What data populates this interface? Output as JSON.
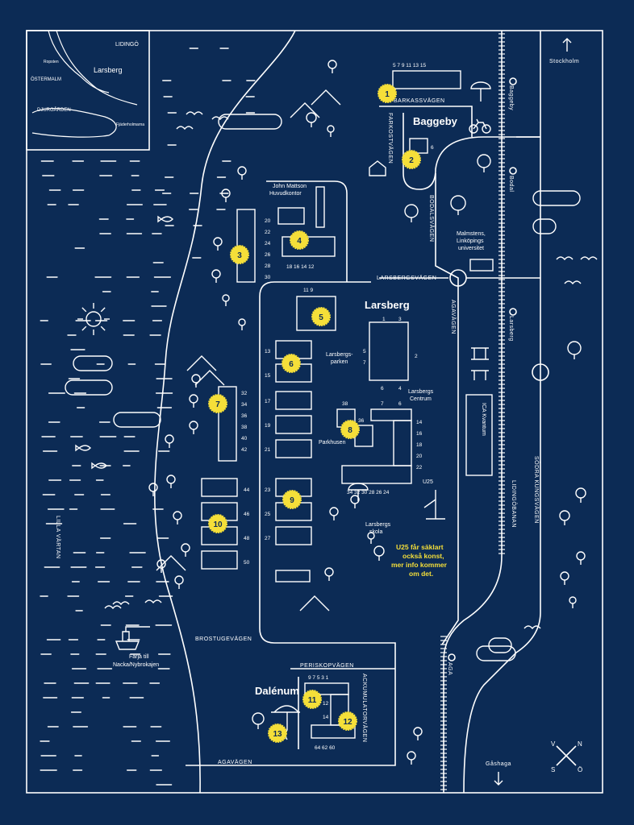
{
  "colors": {
    "background": "#0c2b55",
    "line": "#ffffff",
    "marker": "#f5df39",
    "marker_text": "#0c2b55"
  },
  "inset_map": {
    "labels": [
      "LIDINGÖ",
      "Larsberg",
      "ÖSTERMALM",
      "DJURGÅRDEN",
      "Ropsten",
      "Fjäderholmarna"
    ]
  },
  "areas": {
    "baggeby": "Baggeby",
    "larsberg": "Larsberg",
    "dalenum": "Dalénum"
  },
  "streets": {
    "barkassvagen": "BARKASSVÄGEN",
    "farkostvagen": "FARKOSTVÄGEN",
    "bodalsvagen": "BODALSVÄGEN",
    "larsbergsvagen": "LARSBERGSVÄGEN",
    "agavagen_v": "AGAVÄGEN",
    "lidingobanan": "LIDINGÖBANAN",
    "sodra_kungsvagen": "SÖDRA KUNGSVÄGEN",
    "brostugevagen": "BROSTUGEVÄGEN",
    "periskopvagen": "PERISKOPVÄGEN",
    "ackumulatorvagen": "ACKUMULATORVÄGEN",
    "agavagen_h": "AGAVÄGEN",
    "lilla_vartan": "LILLA VÄRTAN"
  },
  "stations": {
    "baggeby": "Baggeby",
    "bodal": "Bodal",
    "larsberg": "Larsberg",
    "aga": "AGA"
  },
  "directions": {
    "stockholm": "Stockholm",
    "gashaga": "Gåshaga"
  },
  "places": {
    "john_mattson": [
      "John Mattson",
      "Huvudkontor"
    ],
    "malmstens": [
      "Malmstens,",
      "Linköpings",
      "universitet"
    ],
    "larsbergsparken": [
      "Larsbergs-",
      "parken"
    ],
    "larsbergs_centrum": [
      "Larsbergs",
      "Centrum"
    ],
    "parkhusen": "Parkhusen",
    "larsbergs_skola": [
      "Larsbergs",
      "skola"
    ],
    "ica": "ICA Kvantum",
    "u25": "U25",
    "farja": [
      "Färja till",
      "Nacka/Nybrokajen"
    ]
  },
  "note": [
    "U25 får säklart",
    "också konst,",
    "mer info kommer",
    "om det."
  ],
  "house_numbers": {
    "barkass": "5   7   9   11   13   15",
    "farkost6": "6",
    "b3": [
      "20",
      "22",
      "24",
      "26",
      "28",
      "30"
    ],
    "b4": "18   16   14   12",
    "b5": "11        9",
    "ls_a": [
      "1",
      "3"
    ],
    "ls_b": [
      "5",
      "2",
      "7"
    ],
    "ls_c": [
      "6",
      "4"
    ],
    "left_col": [
      "13",
      "15",
      "17",
      "19",
      "21"
    ],
    "b7": [
      "32",
      "34",
      "36",
      "38",
      "40",
      "42"
    ],
    "b8": [
      "38",
      "36"
    ],
    "b8_right": [
      "7",
      "6",
      "14",
      "16",
      "18",
      "20",
      "22"
    ],
    "b8_bottom": "34  32  30  28  26  24",
    "b9": [
      "23",
      "25",
      "27"
    ],
    "b10": [
      "44",
      "46",
      "48",
      "50"
    ],
    "dal_top": "9   7   5   3   1",
    "dal_side": [
      "12",
      "14"
    ],
    "dal_bottom": "64   62   60"
  },
  "markers": [
    "1",
    "2",
    "3",
    "4",
    "5",
    "6",
    "7",
    "8",
    "9",
    "10",
    "11",
    "12",
    "13"
  ],
  "compass": {
    "v": "V",
    "n": "N",
    "s": "S",
    "o": "Ö"
  }
}
